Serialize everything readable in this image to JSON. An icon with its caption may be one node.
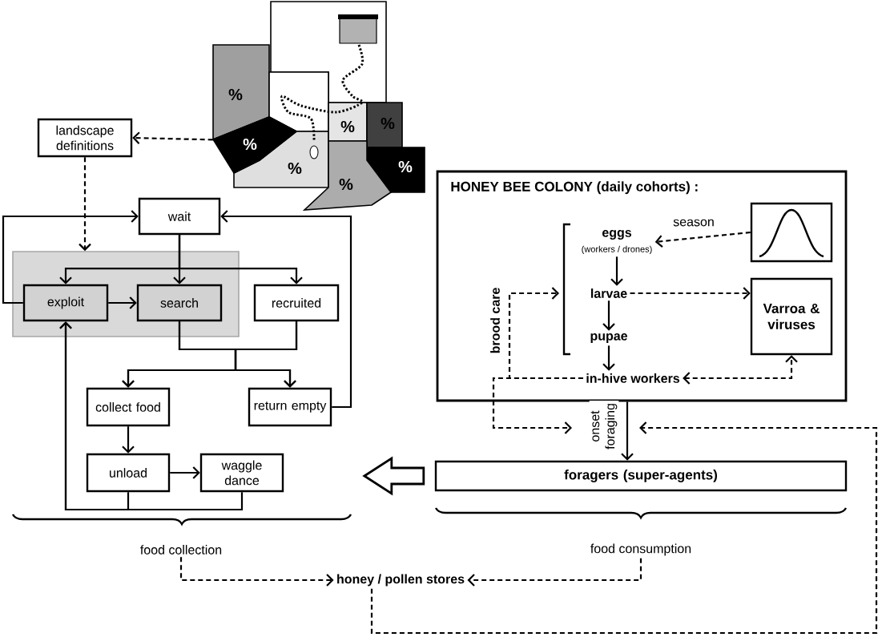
{
  "diagram": {
    "nodes": [
      {
        "text": [],
        "shape": "picture"
      },
      {
        "text": [
          "landscape definitions"
        ]
      },
      {
        "text": [
          "wait"
        ]
      },
      {
        "text": [],
        "shape": "box"
      },
      {
        "text": [
          "exploit"
        ],
        "in": 3
      },
      {
        "text": [
          "search"
        ],
        "in": 3
      },
      {
        "text": [
          "recruited"
        ]
      },
      {
        "text": [
          "collect food"
        ]
      },
      {
        "text": [
          "return empty"
        ]
      },
      {
        "text": [
          "unload"
        ]
      },
      {
        "text": [
          "waggle dance"
        ]
      },
      {
        "text": [
          "HONEY BEE COLONY (daily cohorts) :"
        ]
      },
      {
        "text": [
          "eggs",
          "(workers / drones)"
        ],
        "in": 11
      },
      {
        "text": [],
        "shape": "picture",
        "in": 11
      },
      {
        "text": [
          "larvae"
        ],
        "in": 11
      },
      {
        "text": [
          "pupae"
        ],
        "in": 11
      },
      {
        "text": [
          "in-hive workers"
        ],
        "in": 11
      },
      {
        "text": [
          "Varroa & viruses"
        ],
        "in": 11
      },
      {
        "text": [
          "foragers (super-agents)"
        ]
      },
      {
        "text": [
          "honey / pollen stores"
        ]
      },
      {
        "text": [
          "food collection"
        ]
      },
      {
        "text": [
          "food consumption"
        ]
      }
    ],
    "edges": [
      {
        "from": 0,
        "to": 1,
        "arrow": "to",
        "style": "dashed"
      },
      {
        "from": 1,
        "to": 3,
        "arrow": "to",
        "style": "dashed"
      },
      {
        "from": 2,
        "to": 4,
        "arrow": "to"
      },
      {
        "from": 2,
        "to": 5,
        "arrow": "to"
      },
      {
        "from": 2,
        "to": 6,
        "arrow": "to"
      },
      {
        "from": 4,
        "to": 5,
        "arrow": "to"
      },
      {
        "from": 4,
        "to": 2,
        "arrow": "to"
      },
      {
        "from": 5,
        "to": 7,
        "arrow": "to"
      },
      {
        "from": 5,
        "to": 8,
        "arrow": "to"
      },
      {
        "from": 6,
        "to": 7,
        "arrow": "to"
      },
      {
        "from": 6,
        "to": 8,
        "arrow": "to"
      },
      {
        "from": 8,
        "to": 2,
        "arrow": "to"
      },
      {
        "from": 7,
        "to": 9,
        "arrow": "to"
      },
      {
        "from": 9,
        "to": 10,
        "arrow": "to"
      },
      {
        "from": 9,
        "to": 4,
        "arrow": "to"
      },
      {
        "from": 10,
        "to": 4,
        "arrow": "to"
      },
      {
        "from": 13,
        "to": 12,
        "arrow": "to",
        "style": "dashed",
        "label": "season"
      },
      {
        "from": 12,
        "to": 14,
        "arrow": "to"
      },
      {
        "from": 14,
        "to": 15,
        "arrow": "to"
      },
      {
        "from": 15,
        "to": 16,
        "arrow": "to"
      },
      {
        "from": 14,
        "to": 17,
        "arrow": "to",
        "style": "dashed"
      },
      {
        "from": 16,
        "to": 17,
        "arrow": "both",
        "style": "dashed"
      },
      {
        "from": 16,
        "to": 14,
        "arrow": "to",
        "style": "dashed",
        "label": "brood care"
      },
      {
        "from": 16,
        "to": null,
        "arrow": "to",
        "style": "dashed"
      },
      {
        "from": 11,
        "to": 18,
        "arrow": "to",
        "label": "onset foraging"
      },
      {
        "from": 19,
        "to": null,
        "arrow": "to",
        "style": "dashed"
      },
      {
        "from": 18,
        "to": null,
        "arrow": "to",
        "style": "thick"
      },
      {
        "from": 20,
        "to": 19,
        "arrow": "to",
        "style": "dashed"
      },
      {
        "from": 21,
        "to": 19,
        "arrow": "to",
        "style": "dashed"
      }
    ],
    "labels": [
      "%",
      "%",
      "%",
      "%",
      "%",
      "%",
      "%"
    ]
  }
}
